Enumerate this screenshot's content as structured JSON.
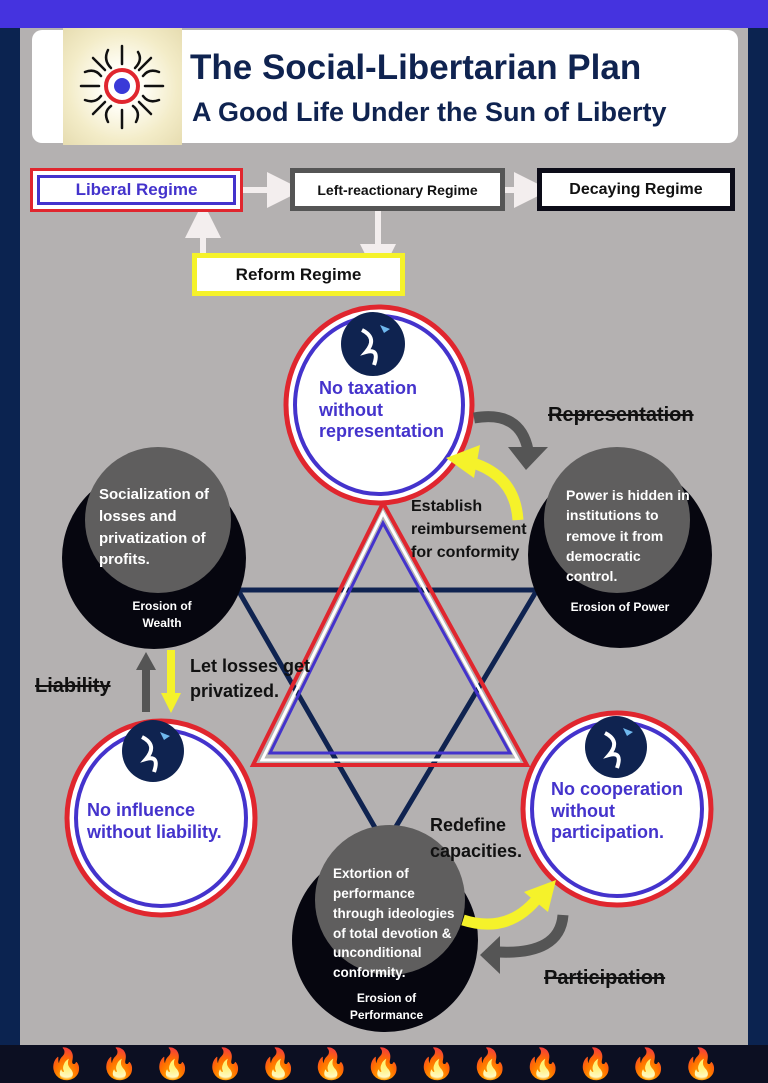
{
  "header": {
    "title": "The Social-Libertarian Plan",
    "subtitle": "A Good Life Under the Sun of Liberty",
    "logo": "sun-of-liberty-icon"
  },
  "regimes": {
    "liberal": "Liberal Regime",
    "left_reactionary": "Left-reactionary Regime",
    "decaying": "Decaying Regime",
    "reform": "Reform Regime"
  },
  "principles": {
    "top": "No taxation without representation",
    "left": "No influence without liability.",
    "right": "No cooperation without participation.",
    "icon": "phoenix-icon"
  },
  "erosions": {
    "wealth": {
      "text": "Socialization of losses and privatization of profits.",
      "label": "Erosion of Wealth"
    },
    "power": {
      "text": "Power is hidden in institutions to remove it from democratic control.",
      "label": "Erosion of Power"
    },
    "performance": {
      "text": "Extortion of performance through ideologies of total devotion & unconditional conformity.",
      "label": "Erosion of Performance"
    }
  },
  "annotations": {
    "representation": "Representation",
    "establish": "Establish reimbursement for conformity",
    "liability": "Liability",
    "let_losses": "Let losses get privatized.",
    "redefine": "Redefine capacities.",
    "participation": "Participation"
  },
  "footer": {
    "icon": "flame-icon",
    "flame_count": 13
  },
  "colors": {
    "accent_blue": "#4533df",
    "navy": "#0b2350",
    "red": "#e0262e",
    "yellow": "#f5f22a",
    "gray": "#b4b1b1"
  }
}
